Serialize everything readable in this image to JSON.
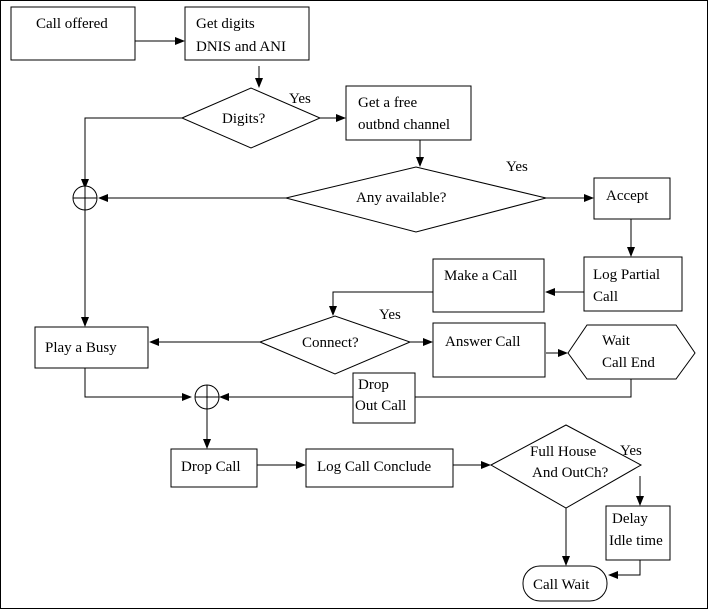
{
  "nodes": {
    "call_offered": {
      "lines": [
        "Call offered"
      ]
    },
    "get_digits": {
      "lines": [
        "Get digits",
        "DNIS and ANI"
      ]
    },
    "digits_decision": {
      "lines": [
        "Digits?"
      ]
    },
    "get_free_channel": {
      "lines": [
        "Get a free",
        "outbnd channel"
      ]
    },
    "any_available": {
      "lines": [
        "Any available?"
      ]
    },
    "accept": {
      "lines": [
        "Accept"
      ]
    },
    "log_partial_call": {
      "lines": [
        "Log Partial",
        "Call"
      ]
    },
    "make_a_call": {
      "lines": [
        "Make a Call"
      ]
    },
    "connect_decision": {
      "lines": [
        "Connect?"
      ]
    },
    "play_a_busy": {
      "lines": [
        "Play a Busy"
      ]
    },
    "answer_call": {
      "lines": [
        "Answer Call"
      ]
    },
    "wait_call_end": {
      "lines": [
        "Wait",
        "Call End"
      ]
    },
    "drop_out_call": {
      "lines": [
        "Drop",
        "Out Call"
      ]
    },
    "drop_call": {
      "lines": [
        "Drop Call"
      ]
    },
    "log_call_conclude": {
      "lines": [
        "Log Call Conclude"
      ]
    },
    "full_house_decision": {
      "lines": [
        "Full House",
        "And OutCh?"
      ]
    },
    "delay_idle_time": {
      "lines": [
        "Delay",
        "Idle time"
      ]
    },
    "call_wait": {
      "lines": [
        "Call Wait"
      ]
    }
  },
  "edge_labels": {
    "digits_yes": "Yes",
    "available_yes": "Yes",
    "connect_yes": "Yes",
    "full_house_yes": "Yes"
  }
}
